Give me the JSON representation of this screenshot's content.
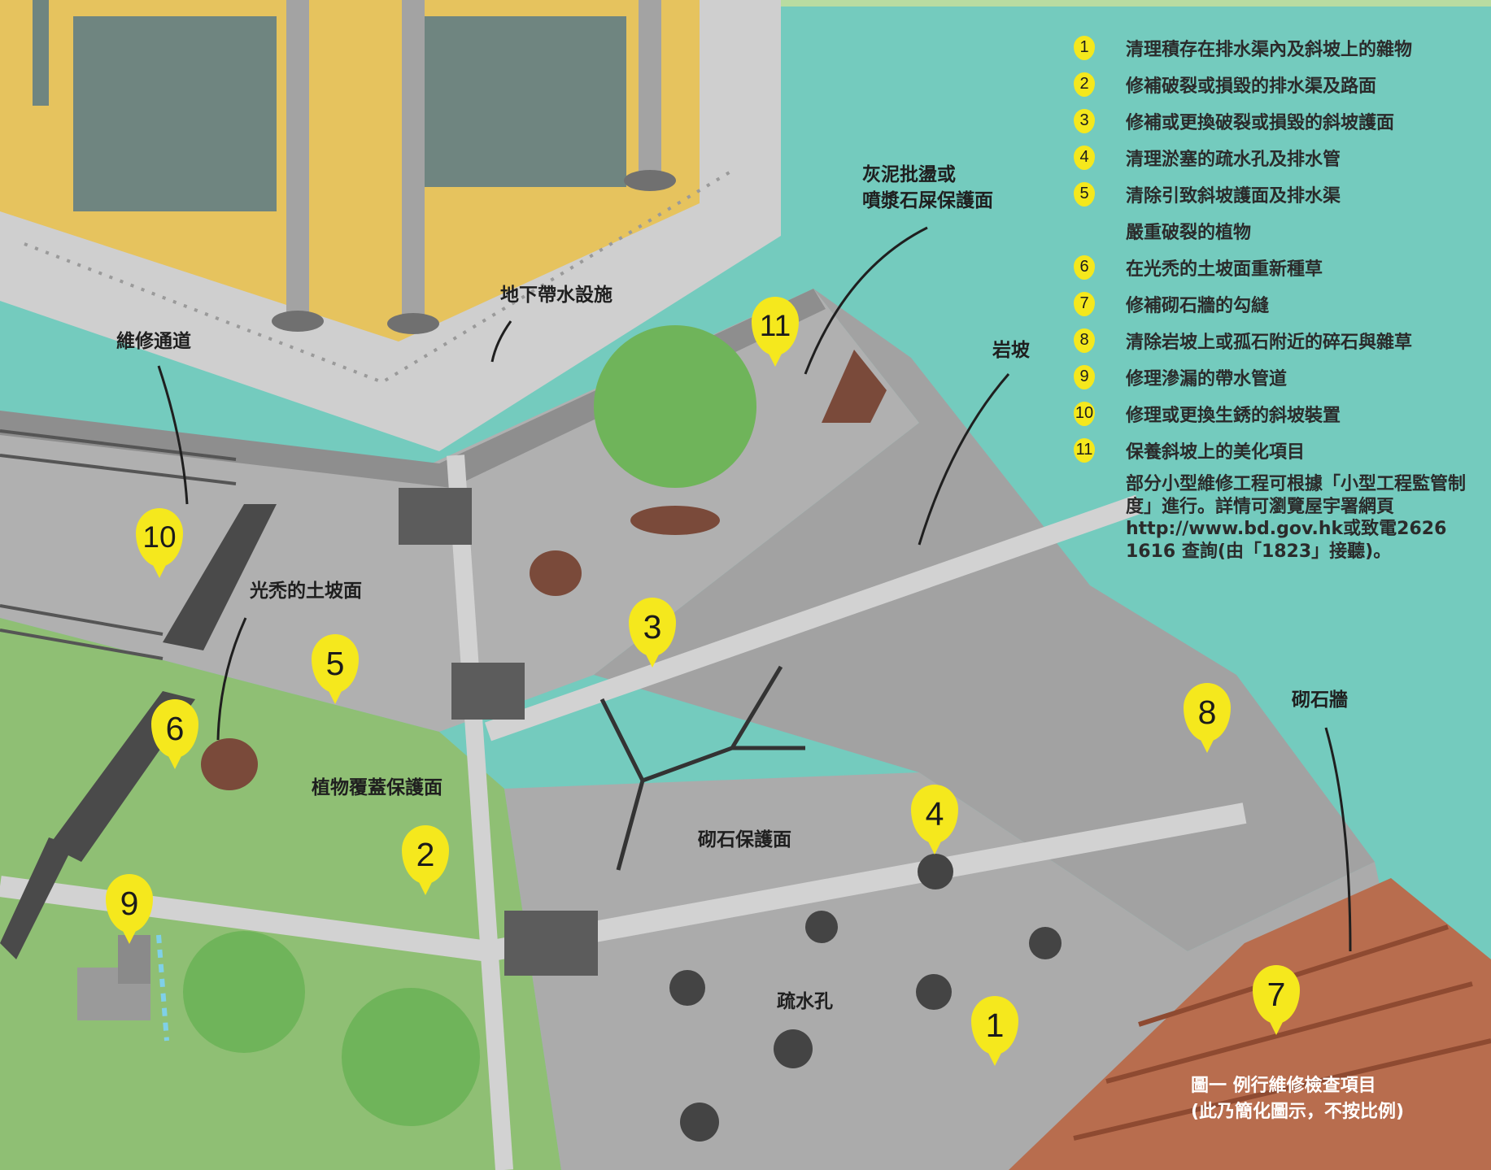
{
  "legend": {
    "items": [
      {
        "num": "1",
        "text": "清理積存在排水渠內及斜坡上的雜物"
      },
      {
        "num": "2",
        "text": "修補破裂或損毀的排水渠及路面"
      },
      {
        "num": "3",
        "text": "修補或更換破裂或損毀的斜坡護面"
      },
      {
        "num": "4",
        "text": "清理淤塞的疏水孔及排水管"
      },
      {
        "num": "5",
        "text": "清除引致斜坡護面及排水渠"
      },
      {
        "num": "",
        "text": "嚴重破裂的植物"
      },
      {
        "num": "6",
        "text": "在光禿的土坡面重新種草"
      },
      {
        "num": "7",
        "text": "修補砌石牆的勾縫"
      },
      {
        "num": "8",
        "text": "清除岩坡上或孤石附近的碎石與雜草"
      },
      {
        "num": "9",
        "text": "修理滲漏的帶水管道"
      },
      {
        "num": "10",
        "text": "修理或更換生銹的斜坡裝置"
      },
      {
        "num": "11",
        "text": "保養斜坡上的美化項目"
      }
    ],
    "note": "部分小型維修工程可根據「小型工程監管制度」進行。詳情可瀏覽屋宇署網頁http://www.bd.gov.hk或致電2626 1616 查詢(由「1823」接聽)。"
  },
  "labels": {
    "maintenance_access": "維修通道",
    "underground_water": "地下帶水設施",
    "shotcrete_1": "灰泥批盪或",
    "shotcrete_2": "噴漿石屎保護面",
    "rock_slope": "岩坡",
    "bare_soil": "光禿的土坡面",
    "vegetation_cover": "植物覆蓋保護面",
    "masonry_cover": "砌石保護面",
    "masonry_wall": "砌石牆",
    "weep_holes": "疏水孔"
  },
  "pins": [
    "1",
    "2",
    "3",
    "4",
    "5",
    "6",
    "7",
    "8",
    "9",
    "10",
    "11"
  ],
  "caption": {
    "line1": "圖一 例行維修檢查項目",
    "line2": "(此乃簡化圖示，不按比例)"
  },
  "colors": {
    "sky": "#74cbbe",
    "pin": "#f5e81d",
    "concrete": "#a9a9a9",
    "grass": "#8fbf74",
    "brick": "#b86d4e"
  }
}
